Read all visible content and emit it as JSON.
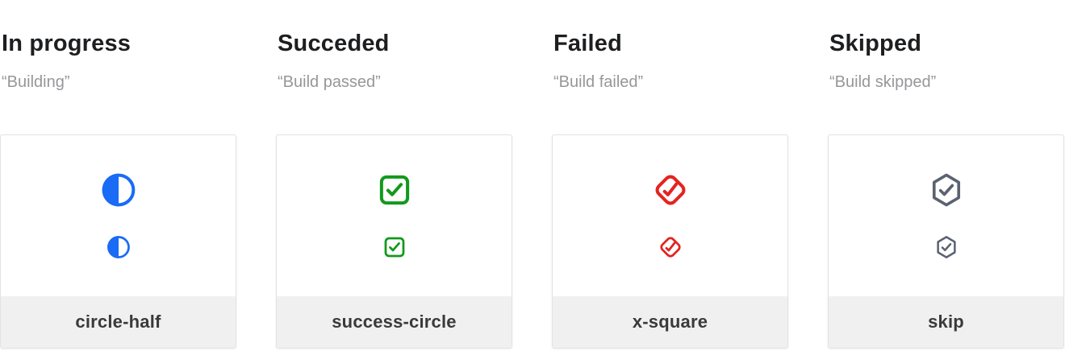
{
  "page": {
    "background_color": "#ffffff"
  },
  "text_colors": {
    "title": "#1d1e20",
    "message": "#97979b",
    "label": "#3a3a3c"
  },
  "statuses": [
    {
      "id": "in-progress",
      "title": "In progress",
      "message": "“Building”",
      "icon": "circle-half-icon",
      "icon_color": "#1a6bf5",
      "icon_label": "circle-half"
    },
    {
      "id": "succeded",
      "title": "Succeded",
      "message": "“Build passed”",
      "icon": "success-circle-icon",
      "icon_color": "#12991c",
      "icon_label": "success-circle"
    },
    {
      "id": "failed",
      "title": "Failed",
      "message": "“Build failed”",
      "icon": "x-square-icon",
      "icon_color": "#e42320",
      "icon_label": "x-square"
    },
    {
      "id": "skipped",
      "title": "Skipped",
      "message": "“Build skipped”",
      "icon": "skip-icon",
      "icon_color": "#5b6271",
      "icon_label": "skip"
    }
  ]
}
